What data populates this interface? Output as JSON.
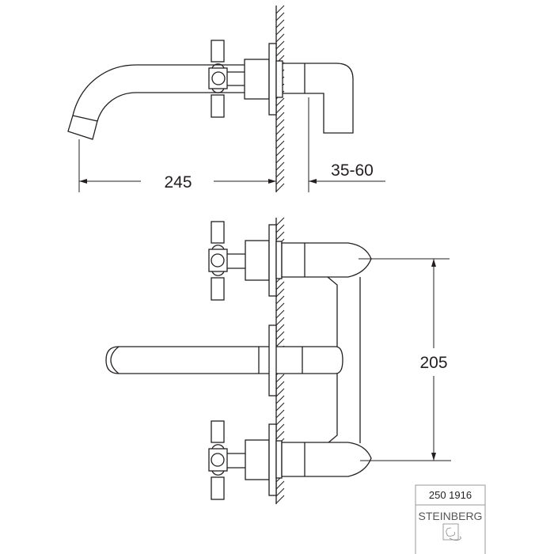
{
  "dimensions": {
    "spout_projection": "245",
    "wall_thickness_range": "35-60",
    "handle_spacing": "205"
  },
  "title_block": {
    "article_number": "250 1916",
    "brand": "STEINBERG",
    "logo_icon": "steinberg-logo-icon"
  },
  "colors": {
    "line": "#231f20",
    "background": "#ffffff"
  }
}
